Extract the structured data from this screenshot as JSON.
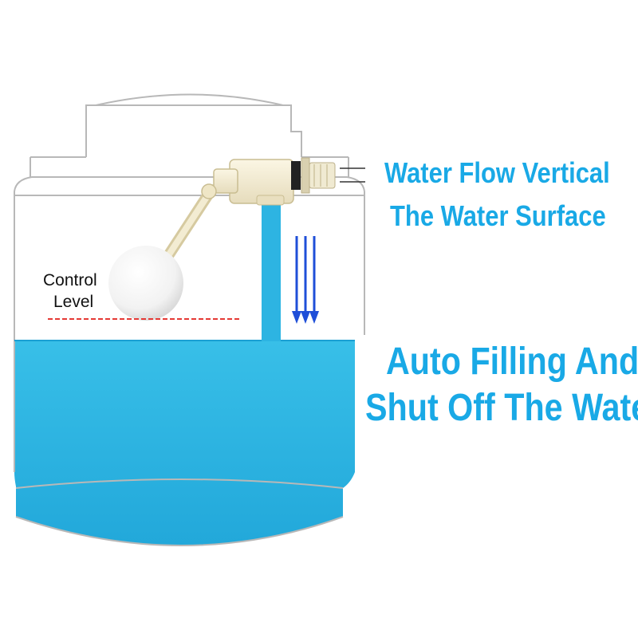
{
  "captions": {
    "flow_line1": "Water Flow Vertical",
    "flow_line2": "The Water Surface",
    "auto_line1": "Auto Filling And",
    "auto_line2": "Shut Off The Water"
  },
  "control_label": {
    "line1": "Control",
    "line2": "Level"
  },
  "colors": {
    "water": "#2db4e2",
    "water_dark": "#1a9fd3",
    "caption": "#19a9e6",
    "arrows": "#1f4fd8",
    "control_line": "#e53935",
    "tank_outline": "#b8b8b8"
  }
}
